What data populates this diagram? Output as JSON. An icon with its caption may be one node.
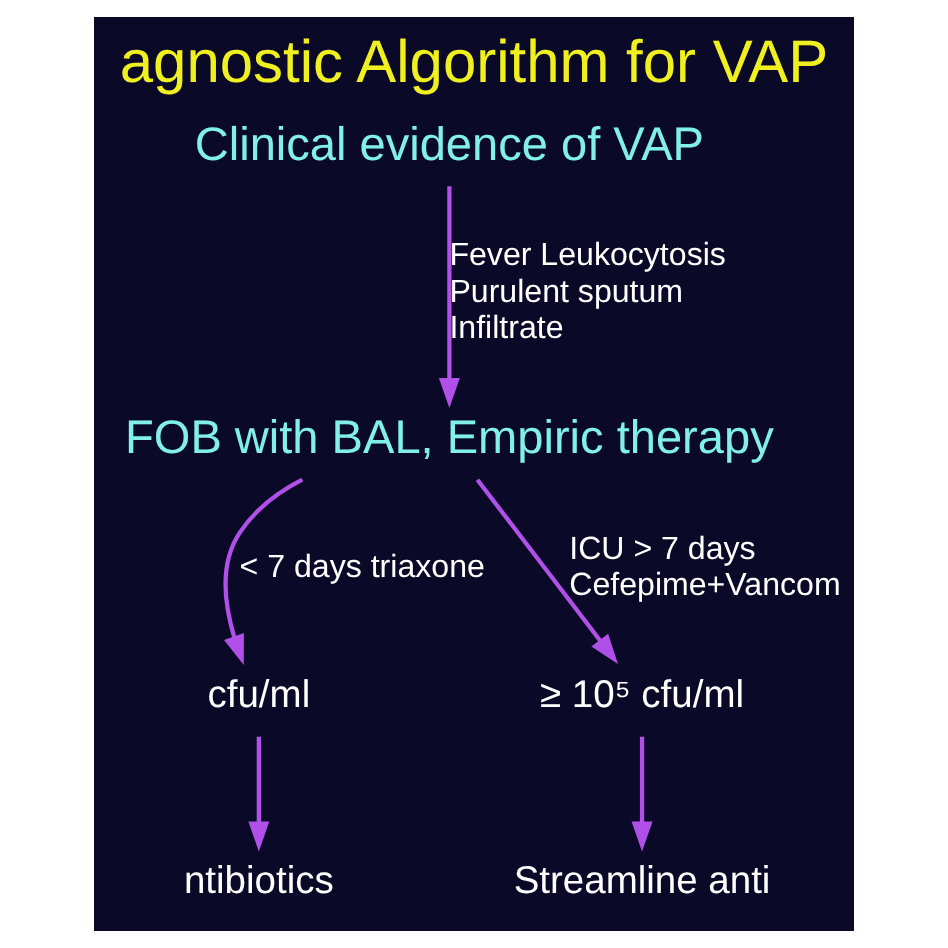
{
  "diagram": {
    "title": "agnostic Algorithm for VAP",
    "nodes": [
      {
        "text": [
          "Clinical evidence of VAP"
        ]
      },
      {
        "text": [
          "FOB with BAL, Empiric therapy"
        ]
      },
      {
        "text": [
          "cfu/ml"
        ]
      },
      {
        "text": [
          "≥ 10⁵ cfu/ml"
        ]
      },
      {
        "text": [
          "ntibiotics"
        ]
      },
      {
        "text": [
          "Streamline anti"
        ]
      }
    ],
    "edges": [
      {
        "from": 0,
        "to": 1,
        "arrow": "to",
        "label": "Fever Leukocytosis Purulent sputum Infiltrate"
      },
      {
        "from": 1,
        "to": 2,
        "arrow": "to",
        "label": "< 7 days triaxone"
      },
      {
        "from": 1,
        "to": 3,
        "arrow": "to",
        "label": "ICU > 7 days Cefepime+Vancom"
      },
      {
        "from": 2,
        "to": 4,
        "arrow": "to"
      },
      {
        "from": 3,
        "to": 5,
        "arrow": "to"
      }
    ]
  }
}
